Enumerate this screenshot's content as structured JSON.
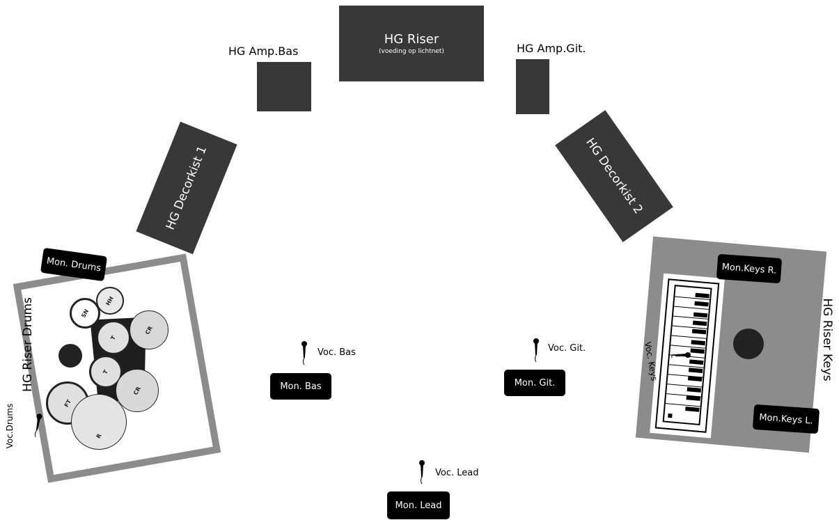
{
  "stage": {
    "riser": {
      "title": "HG Riser",
      "subtitle": "(voeding op lichtnet)"
    },
    "amp_bas": "HG Amp.Bas",
    "amp_git": "HG Amp.Git.",
    "decorkist1": "HG Decorkist 1",
    "decorkist2": "HG Decorkist 2",
    "riser_drums": "HG Riser Drums",
    "riser_keys": "HG Riser Keys"
  },
  "monitors": {
    "drums": "Mon. Drums",
    "bas": "Mon. Bas",
    "git": "Mon. Git.",
    "lead": "Mon. Lead",
    "keys_r": "Mon.Keys R.",
    "keys_l": "Mon.Keys L."
  },
  "vocals": {
    "bas": "Voc. Bas",
    "git": "Voc. Git.",
    "lead": "Voc. Lead",
    "keys": "Voc. Keys",
    "drums": "Voc.Drums"
  },
  "drums": {
    "sn": "SN",
    "hh": "HH",
    "t1": "T",
    "t2": "T",
    "cr1": "CR",
    "cr2": "CR",
    "ft": "FT",
    "r": "R"
  },
  "colors": {
    "box": "#383838",
    "riser_gray": "#8c8c8c",
    "monitor": "#000000"
  }
}
